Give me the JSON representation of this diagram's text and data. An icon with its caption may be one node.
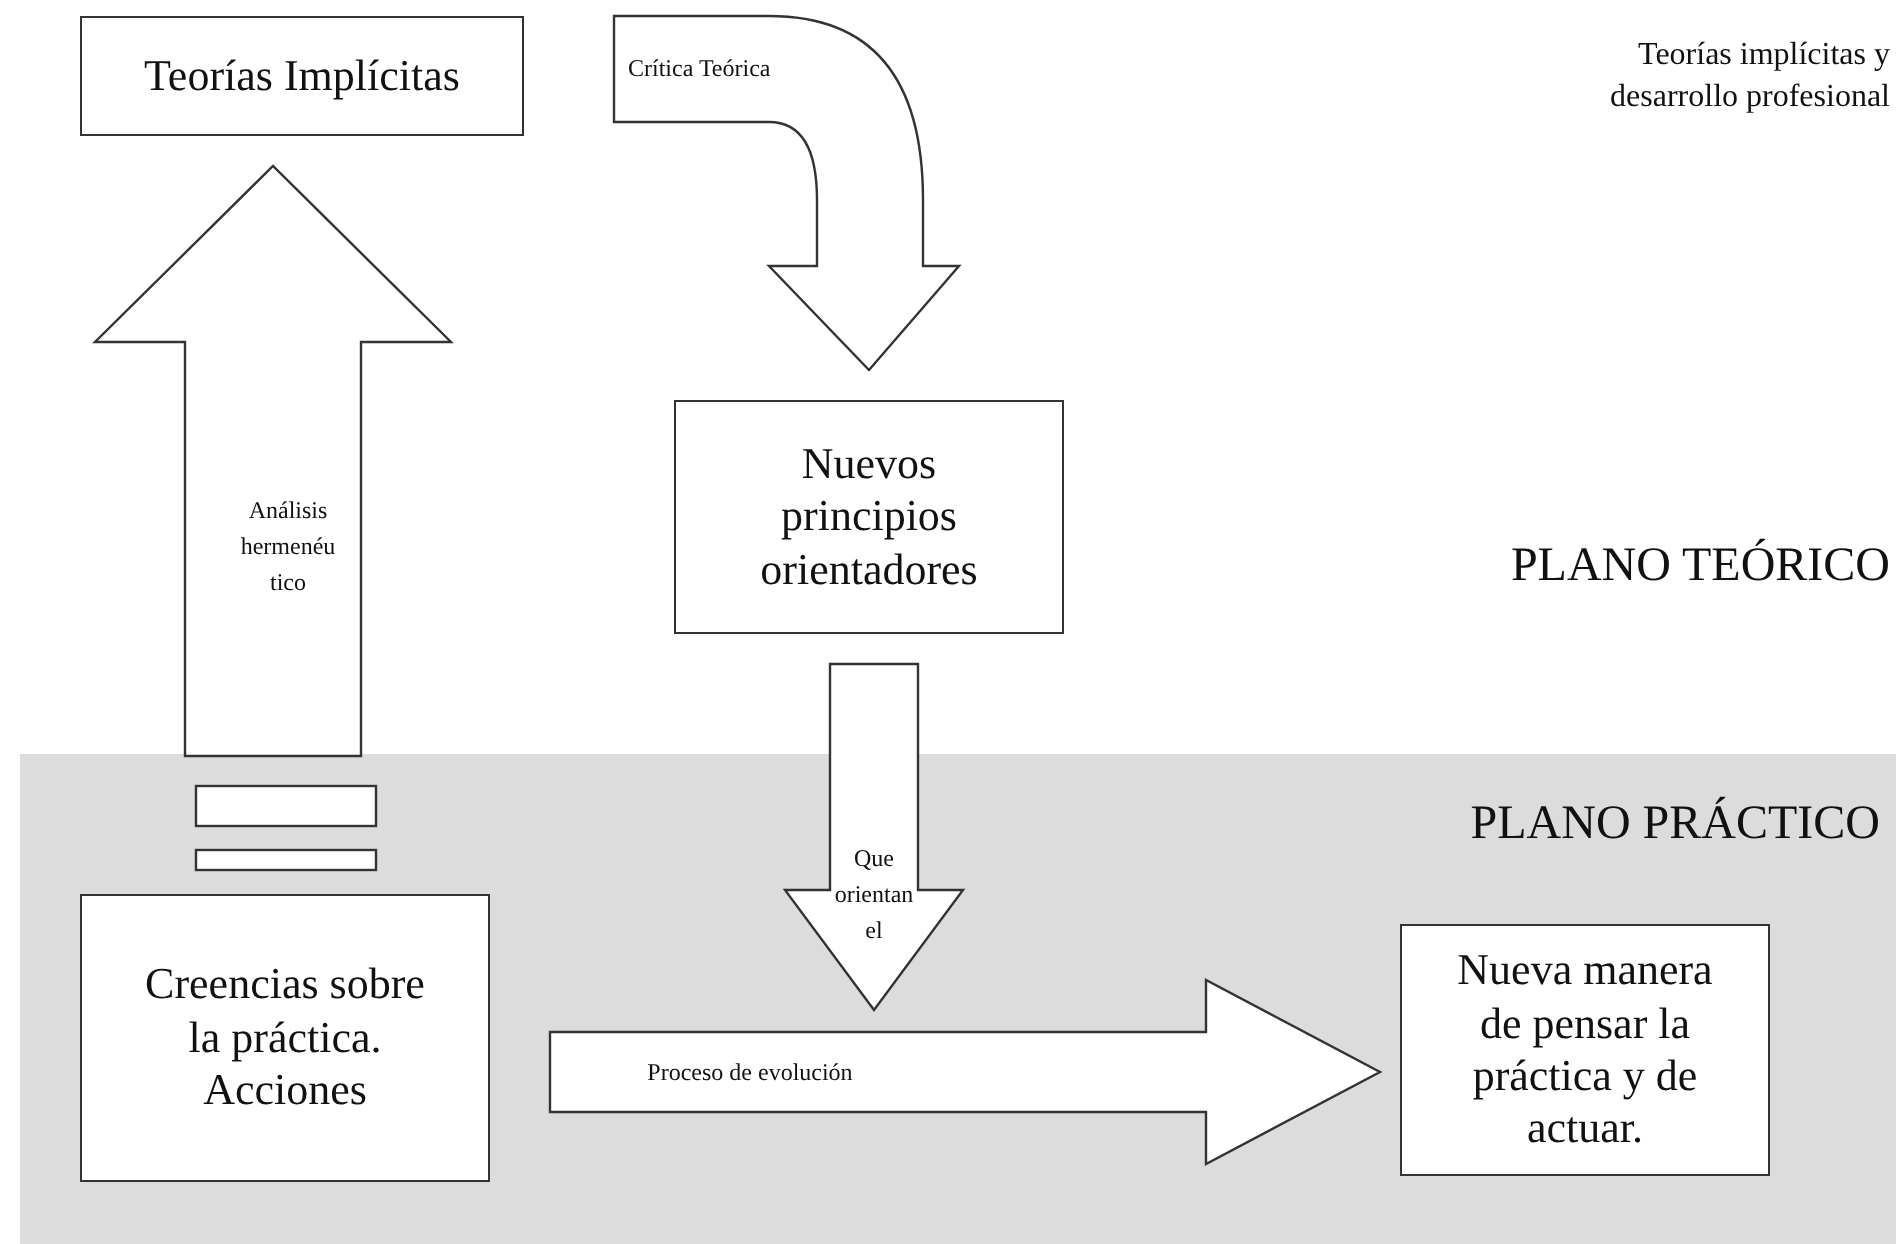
{
  "diagram": {
    "nodes": [
      {
        "text": [
          "Teorías Implícitas"
        ]
      },
      {
        "text": [
          "Nuevos principios orientadores"
        ]
      },
      {
        "text": [
          "PLANO PRÁCTICO"
        ]
      },
      {
        "text": [
          "Creencias sobre la práctica. Acciones"
        ],
        "in": 2
      },
      {
        "text": [
          "Nueva manera de pensar la práctica y de actuar."
        ],
        "in": 2
      }
    ],
    "edges": [
      {
        "from": 3,
        "to": 0,
        "arrow": "to",
        "label": "Análisis hermenéu tico"
      },
      {
        "from": null,
        "to": 1,
        "arrow": "to",
        "label": "Crítica Teórica"
      },
      {
        "from": 1,
        "to": null,
        "arrow": "to",
        "label": "Que orientan el"
      },
      {
        "from": 3,
        "to": 4,
        "arrow": "to",
        "label": "Proceso de evolución"
      }
    ],
    "labels": [
      "Teorías implícitas y desarrollo profesional",
      "PLANO TEÓRICO"
    ]
  }
}
